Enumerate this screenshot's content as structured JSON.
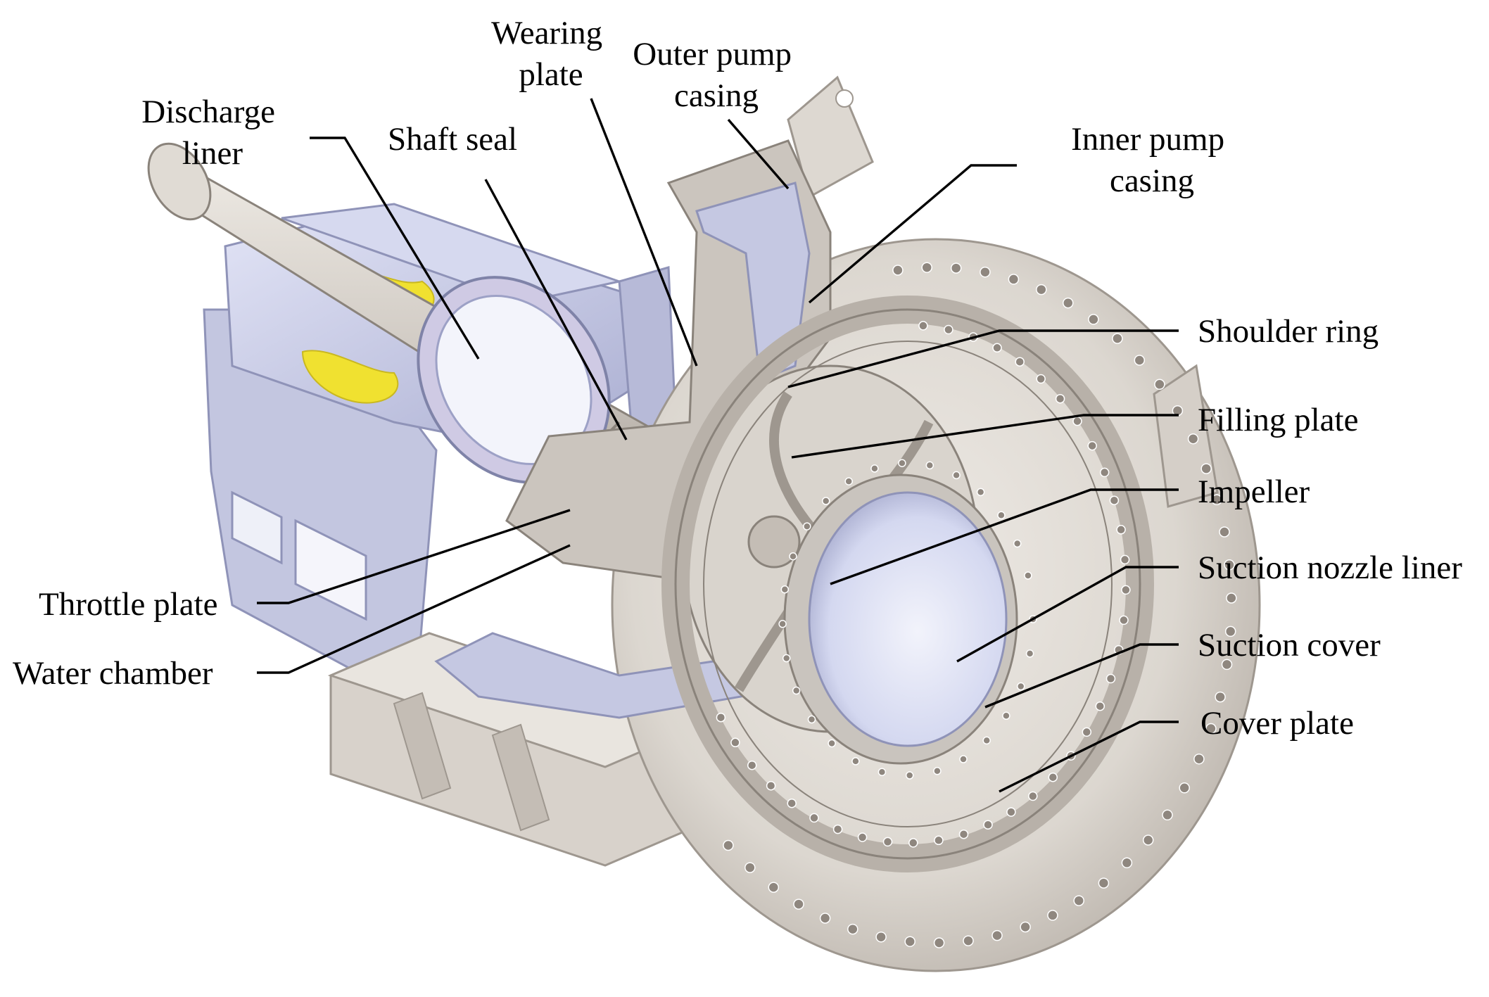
{
  "diagram": {
    "labels": {
      "discharge_liner": [
        "Discharge",
        "liner"
      ],
      "shaft_seal": "Shaft seal",
      "wearing_plate": [
        "Wearing",
        "plate"
      ],
      "outer_pump_casing": [
        "Outer pump",
        "casing"
      ],
      "inner_pump_casing": [
        "Inner pump",
        "casing"
      ],
      "shoulder_ring": "Shoulder ring",
      "filling_plate": "Filling plate",
      "impeller": "Impeller",
      "suction_nozzle_liner": "Suction nozzle liner",
      "suction_cover": "Suction cover",
      "cover_plate": "Cover plate",
      "throttle_plate": "Throttle plate",
      "water_chamber": "Water chamber"
    }
  },
  "colors": {
    "background": "#ffffff",
    "casting_light": "#e4dfd9",
    "casting_mid": "#cbc5be",
    "casting_dark": "#a49d96",
    "bearing_blue": "#c5c8e2",
    "bearing_blue_dark": "#9da1c6",
    "liner_blue": "#d8dcf2",
    "highlight_yellow": "#f0e130",
    "leader_line": "#000000"
  }
}
